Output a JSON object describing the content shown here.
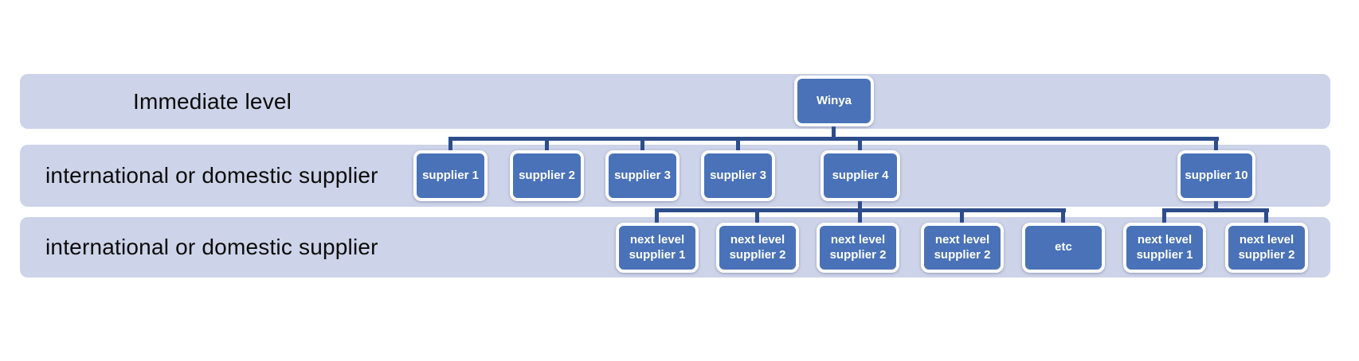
{
  "diagram": {
    "colors": {
      "band_bg": "#cdd3e8",
      "node_fill": "#4a72b8",
      "node_border": "#ffffff",
      "node_text": "#ffffff",
      "connector": "#2e4d8c",
      "label_text": "#0b0b0b",
      "page_bg": "#ffffff"
    },
    "levels": [
      {
        "label": "Immediate level",
        "boxes": [
          {
            "label": "Winya"
          }
        ]
      },
      {
        "label": "international or domestic supplier",
        "boxes": [
          {
            "label": "supplier 1"
          },
          {
            "label": "supplier 2"
          },
          {
            "label": "supplier 3"
          },
          {
            "label": "supplier 3"
          },
          {
            "label": "supplier 4"
          },
          {
            "label": "supplier 10"
          }
        ]
      },
      {
        "label": "international or domestic supplier",
        "boxes": [
          {
            "label": "next level supplier 1"
          },
          {
            "label": "next level supplier 2"
          },
          {
            "label": "next level supplier 2"
          },
          {
            "label": "next level supplier 2"
          },
          {
            "label": "etc"
          },
          {
            "label": "next level supplier 1"
          },
          {
            "label": "next level supplier 2"
          }
        ]
      }
    ]
  }
}
